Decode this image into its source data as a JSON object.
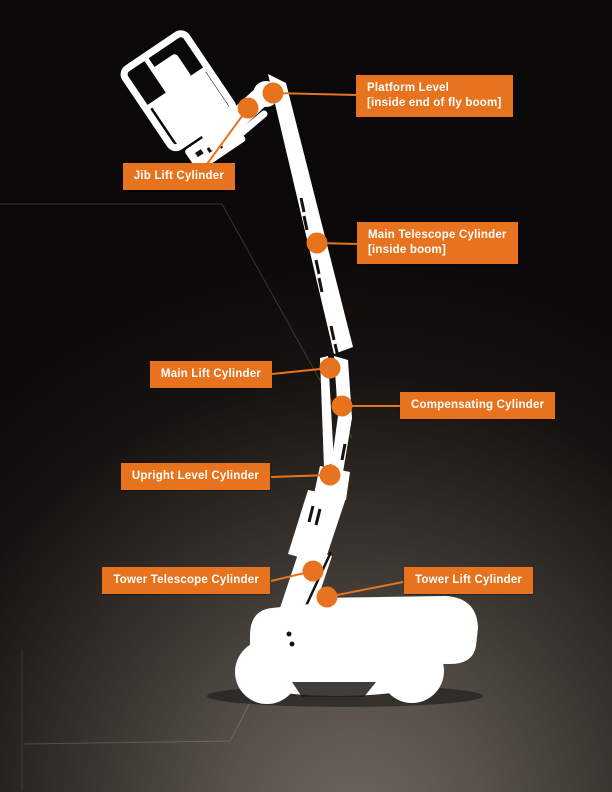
{
  "figure": {
    "description": "White silhouette of an articulating telescopic boom lift on a dark background with orange callout labels marking hydraulic cylinder locations"
  },
  "colors": {
    "accent": "#E8731E",
    "machine": "#FFFFFF",
    "bg_top": "#0A0808",
    "bg_bottom": "#6E665E"
  },
  "labels": {
    "platform_level": {
      "line1": "Platform Level",
      "line2": "[inside end of fly boom]"
    },
    "jib_lift": {
      "line1": "Jib Lift Cylinder"
    },
    "main_telescope": {
      "line1": "Main Telescope Cylinder",
      "line2": "[inside boom]"
    },
    "main_lift": {
      "line1": "Main Lift Cylinder"
    },
    "compensating": {
      "line1": "Compensating Cylinder"
    },
    "upright_level": {
      "line1": "Upright Level Cylinder"
    },
    "tower_telescope": {
      "line1": "Tower Telescope Cylinder"
    },
    "tower_lift": {
      "line1": "Tower Lift Cylinder"
    }
  }
}
